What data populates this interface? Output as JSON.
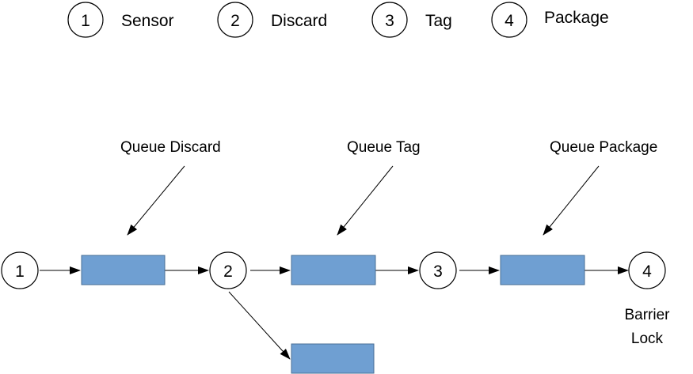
{
  "legend": [
    {
      "number": "1",
      "label": "Sensor"
    },
    {
      "number": "2",
      "label": "Discard"
    },
    {
      "number": "3",
      "label": "Tag"
    },
    {
      "number": "4",
      "label": "Package"
    }
  ],
  "flow": {
    "nodes": [
      "1",
      "2",
      "3",
      "4"
    ],
    "queues": {
      "discard": "Queue Discard",
      "tag": "Queue Tag",
      "package": "Queue Package"
    },
    "barrier": {
      "line1": "Barrier",
      "line2": "Lock"
    }
  },
  "colors": {
    "queue_fill": "#6f9fd2",
    "queue_stroke": "#4a6f96",
    "line": "#000000",
    "node_fill": "#ffffff"
  }
}
